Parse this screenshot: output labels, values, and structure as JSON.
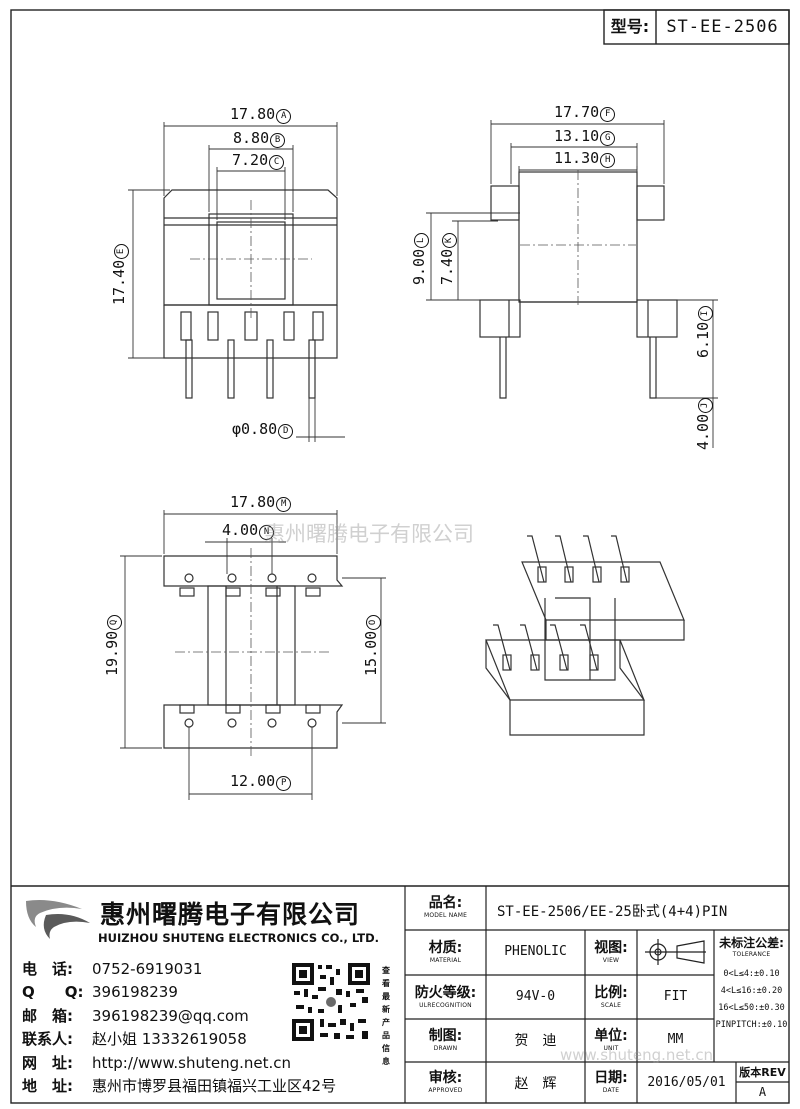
{
  "header": {
    "type_label": "型号:",
    "part_no": "ST-EE-2506"
  },
  "dims": {
    "A": {
      "value": "17.80",
      "mark": "A"
    },
    "B": {
      "value": "8.80",
      "mark": "B"
    },
    "C": {
      "value": "7.20",
      "mark": "C"
    },
    "E": {
      "value": "17.40",
      "mark": "E"
    },
    "D": {
      "value": "φ0.80",
      "mark": "D"
    },
    "F": {
      "value": "17.70",
      "mark": "F"
    },
    "G": {
      "value": "13.10",
      "mark": "G"
    },
    "H": {
      "value": "11.30",
      "mark": "H"
    },
    "L": {
      "value": "9.00",
      "mark": "L"
    },
    "K": {
      "value": "7.40",
      "mark": "K"
    },
    "I": {
      "value": "6.10",
      "mark": "I"
    },
    "J": {
      "value": "4.00",
      "mark": "J"
    },
    "M": {
      "value": "17.80",
      "mark": "M"
    },
    "N": {
      "value": "4.00",
      "mark": "N"
    },
    "Q": {
      "value": "19.90",
      "mark": "Q"
    },
    "O": {
      "value": "15.00",
      "mark": "O"
    },
    "P": {
      "value": "12.00",
      "mark": "P"
    }
  },
  "watermark": {
    "company": "惠州曙腾电子有限公司",
    "site": "www.shuteng.net.cn"
  },
  "company": {
    "name_cn": "惠州曙腾电子有限公司",
    "name_en": "HUIZHOU SHUTENG ELECTRONICS CO., LTD.",
    "contacts": [
      {
        "label": "电　话:",
        "value": "0752-6919031"
      },
      {
        "label": "Q　　Q:",
        "value": "396198239"
      },
      {
        "label": "邮　箱:",
        "value": "396198239@qq.com"
      },
      {
        "label": "联系人:",
        "value": "赵小姐 13332619058"
      },
      {
        "label": "网　址:",
        "value": "http://www.shuteng.net.cn"
      },
      {
        "label": "地　址:",
        "value": "惠州市博罗县福田镇福兴工业区42号"
      }
    ],
    "qr_caption": "查看最新产品信息"
  },
  "titleblock": {
    "model_label": "品名:",
    "model_sub": "MODEL NAME",
    "model_value": "ST-EE-2506/EE-25卧式(4+4)PIN",
    "material_label": "材质:",
    "material_sub": "MATERIAL",
    "material_value": "PHENOLIC",
    "view_label": "视图:",
    "view_sub": "VIEW",
    "flame_label": "防火等级:",
    "flame_sub": "ULRECOGNITION",
    "flame_value": "94V-0",
    "scale_label": "比例:",
    "scale_sub": "SCALE",
    "scale_value": "FIT",
    "drawn_label": "制图:",
    "drawn_sub": "DRAWN",
    "drawn_value": "贺　迪",
    "unit_label": "单位:",
    "unit_sub": "UNIT",
    "unit_value": "MM",
    "approved_label": "审核:",
    "approved_sub": "APPROVED",
    "approved_value": "赵　辉",
    "date_label": "日期:",
    "date_sub": "DATE",
    "date_value": "2016/05/01",
    "tol_title": "未标注公差:",
    "tol_sub": "TOLERANCE",
    "tol_lines": [
      "0<L≤4:±0.10",
      "4<L≤16:±0.20",
      "16<L≤50:±0.30",
      "PINPITCH:±0.10"
    ],
    "rev_label": "版本REV",
    "rev_value": "A"
  }
}
